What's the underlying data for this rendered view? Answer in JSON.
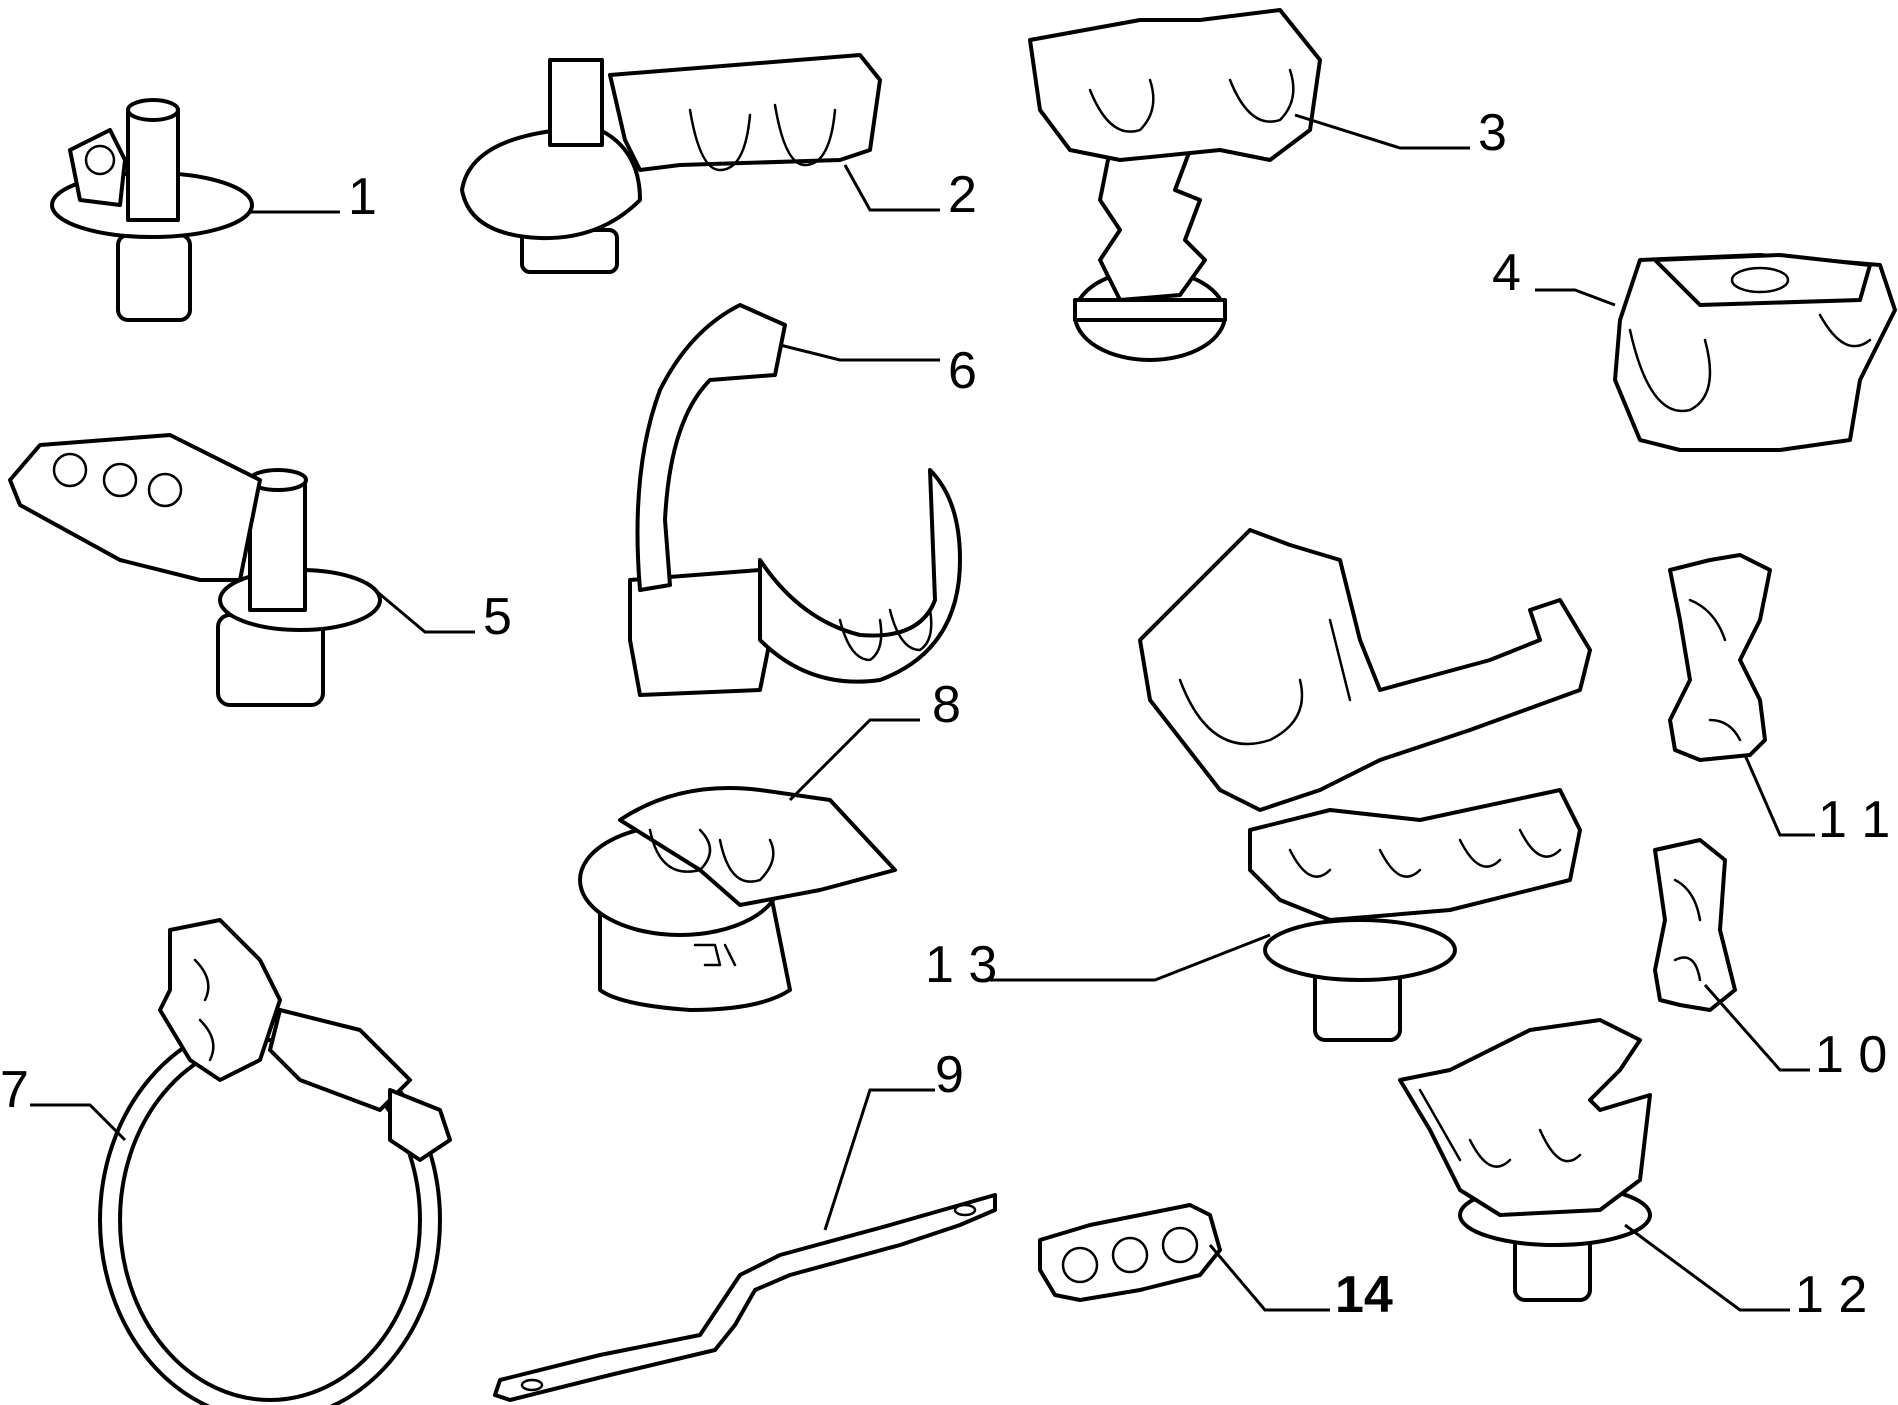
{
  "diagram": {
    "callouts": [
      {
        "id": "1",
        "text": "1"
      },
      {
        "id": "2",
        "text": "2"
      },
      {
        "id": "3",
        "text": "3"
      },
      {
        "id": "4",
        "text": "4"
      },
      {
        "id": "5",
        "text": "5"
      },
      {
        "id": "6",
        "text": "6"
      },
      {
        "id": "7",
        "text": "7"
      },
      {
        "id": "8",
        "text": "8"
      },
      {
        "id": "9",
        "text": "9"
      },
      {
        "id": "10",
        "text": "1 0"
      },
      {
        "id": "11",
        "text": "1 1"
      },
      {
        "id": "12",
        "text": "1 2"
      },
      {
        "id": "13",
        "text": "1 3"
      },
      {
        "id": "14",
        "text": "14"
      }
    ]
  }
}
